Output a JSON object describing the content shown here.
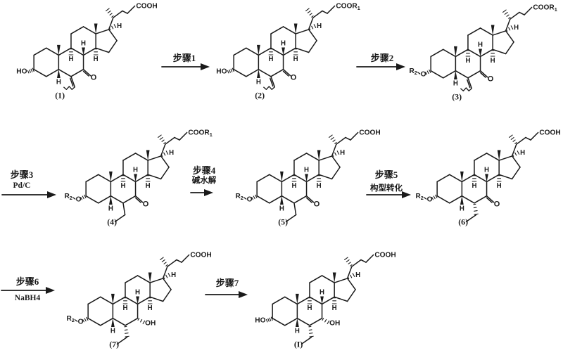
{
  "figure": {
    "type": "chemical-reaction-scheme",
    "description": "Multi-step steroid (bile acid) synthesis route",
    "background": "#ffffff",
    "ink": "#1a1a1a",
    "rows": 3
  },
  "compounds": [
    {
      "id": "(1)",
      "acid_label": "COOH",
      "oxy_label": "HO",
      "c6_group": "ethylidene",
      "c6_stereo": "plain",
      "c7_group": "ketone",
      "c7_label": "O",
      "h_label": "H"
    },
    {
      "id": "(2)",
      "acid_label": "COOR1",
      "oxy_label": "HO",
      "c6_group": "ethylidene",
      "c6_stereo": "plain",
      "c7_group": "ketone",
      "c7_label": "O",
      "h_label": "H"
    },
    {
      "id": "(3)",
      "acid_label": "COOR1",
      "oxy_label": "R2O",
      "c6_group": "ethylidene",
      "c6_stereo": "plain",
      "c7_group": "ketone",
      "c7_label": "O",
      "h_label": "H"
    },
    {
      "id": "(4)",
      "acid_label": "COOR1",
      "oxy_label": "R2O",
      "c6_group": "ethyl",
      "c6_stereo": "plain",
      "c7_group": "ketone",
      "c7_label": "O",
      "h_label": "H"
    },
    {
      "id": "(5)",
      "acid_label": "COOH",
      "oxy_label": "R2O",
      "c6_group": "ethyl",
      "c6_stereo": "plain",
      "c7_group": "ketone",
      "c7_label": "O",
      "h_label": "H"
    },
    {
      "id": "(6)",
      "acid_label": "COOH",
      "oxy_label": "R2O",
      "c6_group": "ethyl",
      "c6_stereo": "alpha-hash",
      "c7_group": "ketone",
      "c7_label": "O",
      "h_label": "H"
    },
    {
      "id": "(7)",
      "acid_label": "COOH",
      "oxy_label": "R2O",
      "c6_group": "ethyl",
      "c6_stereo": "alpha-hash",
      "c7_group": "hydroxy",
      "c7_label": "OH",
      "h_label": "H"
    },
    {
      "id": "(I)",
      "acid_label": "COOH",
      "oxy_label": "HO",
      "c6_group": "ethyl",
      "c6_stereo": "alpha-hash",
      "c7_group": "hydroxy",
      "c7_label": "OH",
      "h_label": "H"
    }
  ],
  "steps": [
    {
      "label": "步骤1",
      "reagent": ""
    },
    {
      "label": "步骤2",
      "reagent": ""
    },
    {
      "label": "步骤3",
      "reagent": "Pd/C"
    },
    {
      "label": "步骤4",
      "reagent": "碱水解"
    },
    {
      "label": "步骤5",
      "reagent": "构型转化"
    },
    {
      "label": "步骤6",
      "reagent": "NaBH4"
    },
    {
      "label": "步骤7",
      "reagent": ""
    }
  ]
}
